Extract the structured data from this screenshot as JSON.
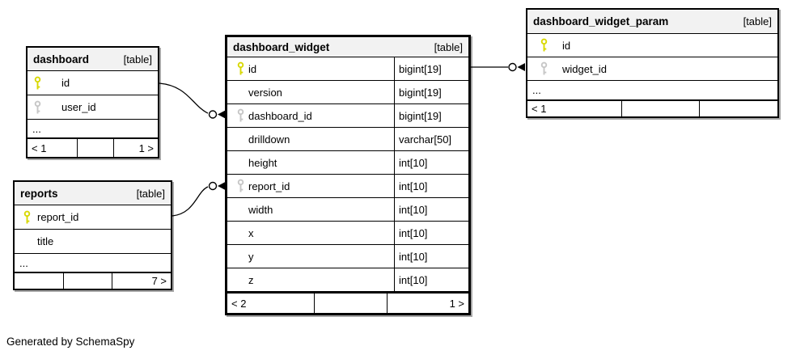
{
  "note": "Generated by SchemaSpy",
  "colors": {
    "background": "#ffffff",
    "header_bg": "#f2f2f2",
    "border": "#000000",
    "primary_key_icon": "#d8d800",
    "foreign_key_icon": "#c6c6c6"
  },
  "tables": {
    "dashboard": {
      "name": "dashboard",
      "badge": "[table]",
      "columns": [
        {
          "name": "id",
          "key": "primary"
        },
        {
          "name": "user_id",
          "key": "foreign"
        }
      ],
      "more_indicator": "...",
      "pager": {
        "left": "< 1",
        "mid": "",
        "right": "1 >"
      }
    },
    "dashboard_widget": {
      "name": "dashboard_widget",
      "badge": "[table]",
      "columns": [
        {
          "name": "id",
          "key": "primary",
          "type": "bigint[19]"
        },
        {
          "name": "version",
          "key": "",
          "type": "bigint[19]"
        },
        {
          "name": "dashboard_id",
          "key": "foreign",
          "type": "bigint[19]"
        },
        {
          "name": "drilldown",
          "key": "",
          "type": "varchar[50]"
        },
        {
          "name": "height",
          "key": "",
          "type": "int[10]"
        },
        {
          "name": "report_id",
          "key": "foreign",
          "type": "int[10]"
        },
        {
          "name": "width",
          "key": "",
          "type": "int[10]"
        },
        {
          "name": "x",
          "key": "",
          "type": "int[10]"
        },
        {
          "name": "y",
          "key": "",
          "type": "int[10]"
        },
        {
          "name": "z",
          "key": "",
          "type": "int[10]"
        }
      ],
      "pager": {
        "left": "< 2",
        "mid": "",
        "right": "1 >"
      }
    },
    "dashboard_widget_param": {
      "name": "dashboard_widget_param",
      "badge": "[table]",
      "columns": [
        {
          "name": "id",
          "key": "primary"
        },
        {
          "name": "widget_id",
          "key": "foreign"
        }
      ],
      "more_indicator": "...",
      "pager": {
        "left": "< 1",
        "mid": "",
        "right": ""
      }
    },
    "reports": {
      "name": "reports",
      "badge": "[table]",
      "columns": [
        {
          "name": "report_id",
          "key": "primary"
        },
        {
          "name": "title",
          "key": ""
        }
      ],
      "more_indicator": "...",
      "pager": {
        "left": "",
        "mid": "",
        "right": "7 >"
      }
    }
  },
  "relationships": [
    {
      "from": "dashboard.id",
      "to": "dashboard_widget.dashboard_id"
    },
    {
      "from": "reports.report_id",
      "to": "dashboard_widget.report_id"
    },
    {
      "from": "dashboard_widget.id",
      "to": "dashboard_widget_param.widget_id"
    }
  ]
}
